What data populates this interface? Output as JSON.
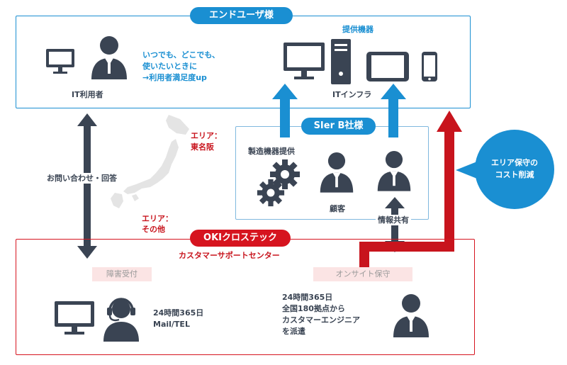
{
  "colors": {
    "accent_blue": "#1a8fd2",
    "accent_red": "#d6141f",
    "icon_dark": "#3a4453"
  },
  "end_user": {
    "title": "エンドユーザ様",
    "provided_equipment": "提供機器",
    "it_user_label": "IT利用者",
    "benefit_lines": [
      "いつでも、どこでも、",
      "使いたいときに",
      "→利用者満足度up"
    ],
    "infra_label": "ITインフラ"
  },
  "sier": {
    "title": "SIer B社様",
    "manufacturing_label": "製造機器提供",
    "customer_label": "顧客"
  },
  "map": {
    "area_east_lines": [
      "エリア：",
      "東名阪"
    ],
    "area_other_lines": [
      "エリア：",
      "その他"
    ]
  },
  "links": {
    "inquiry_label": "お問い合わせ・回答",
    "info_share_label": "情報共有"
  },
  "bubble": {
    "lines": [
      "エリア保守の",
      "コスト削減"
    ]
  },
  "oki": {
    "title": "OKIクロステック",
    "center_label": "カスタマーサポートセンター",
    "fault_tag": "障害受付",
    "onsite_tag": "オンサイト保守",
    "support_lines": [
      "24時間365日",
      "Mail/TEL"
    ],
    "onsite_lines": [
      "24時間365日",
      "全国180拠点から",
      "カスタマーエンジニア",
      "を派遣"
    ]
  },
  "icons": [
    "monitor-icon",
    "person-icon",
    "desktop-tower-icon",
    "tablet-icon",
    "smartphone-icon",
    "gear-icon",
    "headset-operator-icon",
    "japan-map"
  ]
}
